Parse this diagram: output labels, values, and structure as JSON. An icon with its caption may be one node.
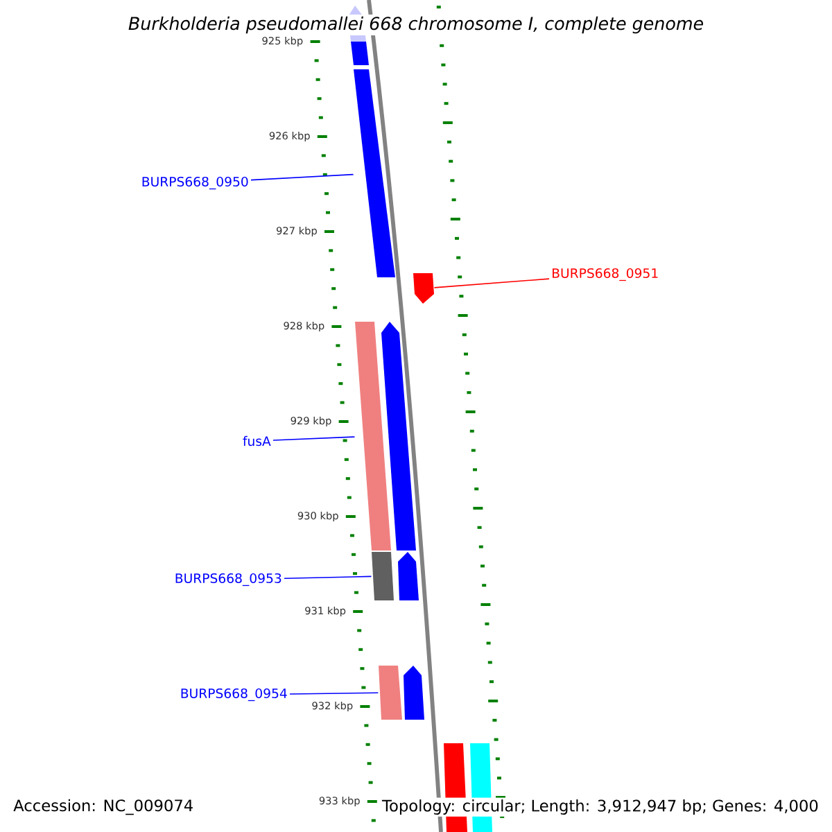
{
  "diagram": {
    "title": "Burkholderia pseudomallei 668 chromosome I, complete genome",
    "nodes": [
      {
        "text": [
          "BURPS668_0950"
        ]
      },
      {
        "text": [],
        "shape": "bar"
      },
      {
        "text": [
          "BURPS668_0951"
        ]
      },
      {
        "text": [],
        "shape": "bar"
      },
      {
        "text": [
          "fusA"
        ]
      },
      {
        "text": [],
        "shape": "bar"
      },
      {
        "text": [
          "BURPS668_0953"
        ]
      },
      {
        "text": [],
        "shape": "bar"
      },
      {
        "text": [
          "BURPS668_0954"
        ]
      },
      {
        "text": [],
        "shape": "bar"
      },
      {
        "text": [],
        "shape": "bar"
      },
      {
        "text": [],
        "shape": "bar"
      },
      {
        "text": [],
        "shape": "bar"
      },
      {
        "text": [],
        "shape": "bar"
      },
      {
        "text": [],
        "shape": "bar"
      },
      {
        "text": [],
        "shape": "bar"
      }
    ],
    "edges": [
      {
        "from": 0,
        "to": 1,
        "arrow": "none"
      },
      {
        "from": 2,
        "to": 3,
        "arrow": "none",
        "color": "#ff0000"
      },
      {
        "from": 4,
        "to": 5,
        "arrow": "none"
      },
      {
        "from": 6,
        "to": 7,
        "arrow": "none"
      },
      {
        "from": 8,
        "to": 9,
        "arrow": "none"
      }
    ],
    "labels": [
      "925 kbp",
      "926 kbp",
      "927 kbp",
      "928 kbp",
      "929 kbp",
      "930 kbp",
      "931 kbp",
      "932 kbp",
      "933 kbp",
      "Accession: NC_009074",
      "Topology: circular; Length: 3,912,947 bp; Genes: 4,000"
    ]
  }
}
